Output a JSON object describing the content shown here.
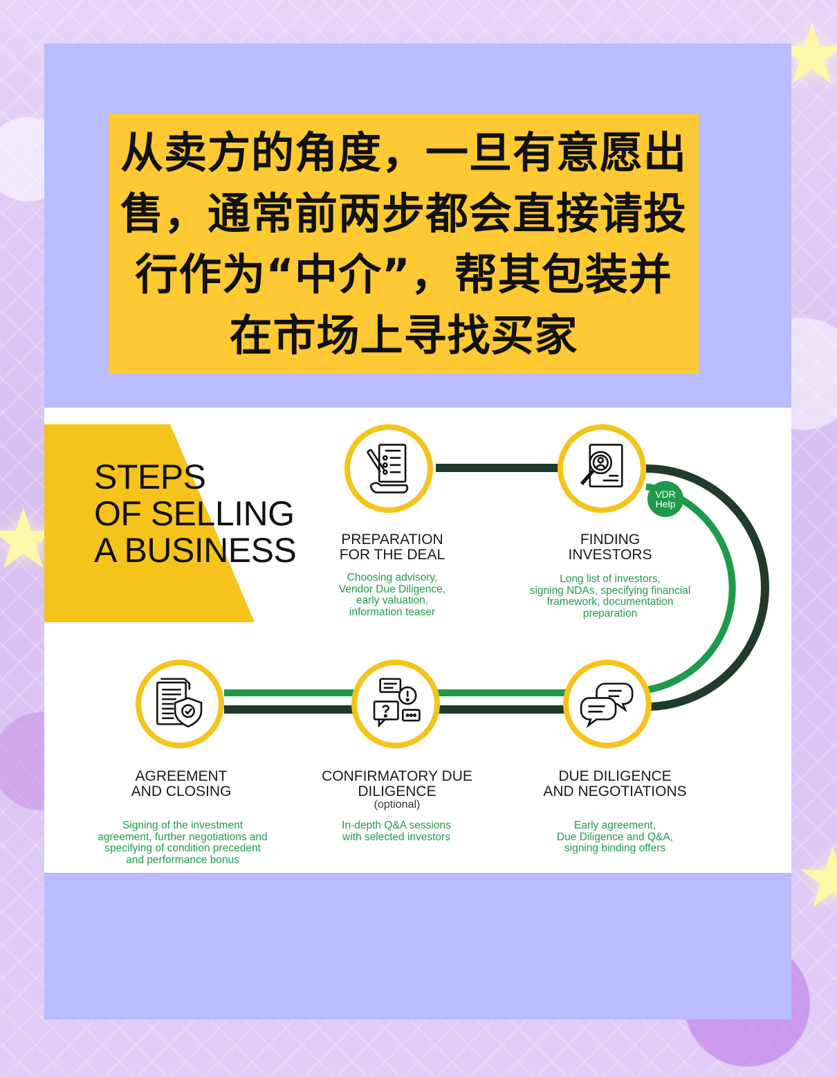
{
  "headline": "从卖方的角度，一旦有意愿出售，通常前两步都会直接请投行作为“中介”，帮其包装并在市场上寻找买家",
  "infographic": {
    "title": "STEPS\nOF SELLING\nA BUSINESS",
    "badge": {
      "line1": "VDR",
      "line2": "Help"
    },
    "steps": [
      {
        "title": "PREPARATION\nFOR THE DEAL",
        "description": "Choosing advisory,\nVendor Due Diligence,\nearly valuation,\ninformation teaser"
      },
      {
        "title": "FINDING\nINVESTORS",
        "description": "Long list of investors,\nsigning NDAs, specifying financial\nframework, documentation\npreparation"
      },
      {
        "title": "DUE DILIGENCE\nAND NEGOTIATIONS",
        "description": "Early agreement,\nDue Diligence and Q&A,\nsigning binding offers"
      },
      {
        "title": "CONFIRMATORY DUE\nDILIGENCE",
        "note": "(optional)",
        "description": "In-depth Q&A sessions\nwith selected investors"
      },
      {
        "title": "AGREEMENT\nAND CLOSING",
        "description": "Signing of the investment\nagreement, further negotiations and\nspecifying of condition precedent\nand performance bonus"
      }
    ]
  },
  "colors": {
    "card": "#b9bcfd",
    "title_box": "#ffc933",
    "accent_yellow": "#f6c31c",
    "green": "#1e9a4a",
    "dark_green": "#203a2c"
  },
  "icons": [
    "document-pen-icon",
    "search-profile-icon",
    "chat-bubbles-icon",
    "question-chat-icon",
    "contract-shield-icon"
  ]
}
